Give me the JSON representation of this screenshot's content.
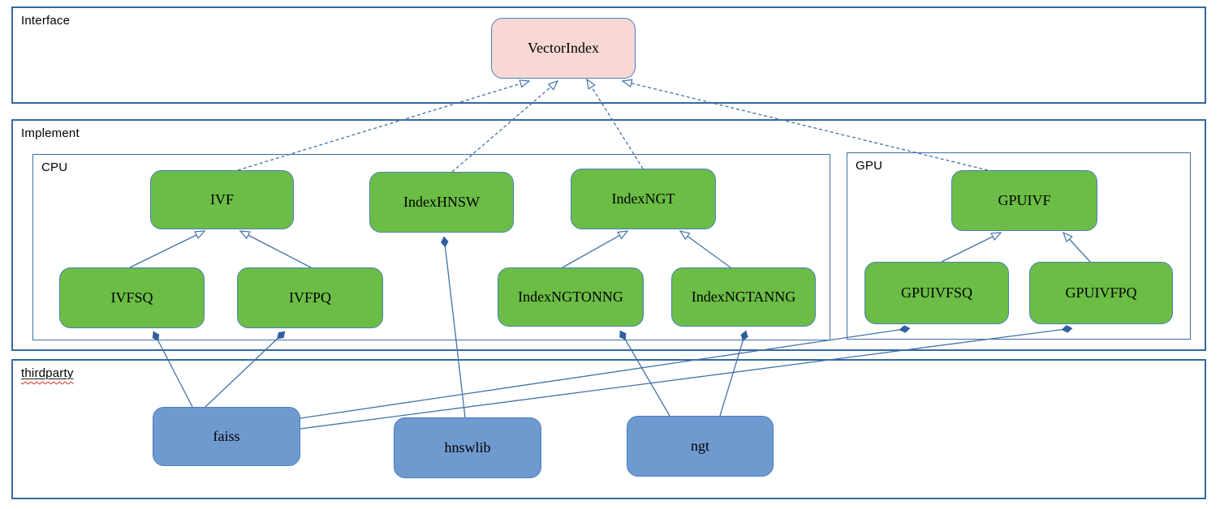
{
  "diagram": {
    "containers": {
      "interface": {
        "label": "Interface"
      },
      "implement": {
        "label": "Implement"
      },
      "cpu": {
        "label": "CPU"
      },
      "gpu": {
        "label": "GPU"
      },
      "thirdparty": {
        "label": "thirdparty",
        "spellcheck_underline": true
      }
    },
    "nodes": {
      "vectorindex": {
        "label": "VectorIndex",
        "fill": "#f8d8d4",
        "group": "interface"
      },
      "ivf": {
        "label": "IVF",
        "fill": "#6bbd45",
        "group": "cpu"
      },
      "indexhnsw": {
        "label": "IndexHNSW",
        "fill": "#6bbd45",
        "group": "cpu"
      },
      "indexngt": {
        "label": "IndexNGT",
        "fill": "#6bbd45",
        "group": "cpu"
      },
      "ivfsq": {
        "label": "IVFSQ",
        "fill": "#6bbd45",
        "group": "cpu"
      },
      "ivfpq": {
        "label": "IVFPQ",
        "fill": "#6bbd45",
        "group": "cpu"
      },
      "indexngtonng": {
        "label": "IndexNGTONNG",
        "fill": "#6bbd45",
        "group": "cpu"
      },
      "indexngtanng": {
        "label": "IndexNGTANNG",
        "fill": "#6bbd45",
        "group": "cpu"
      },
      "gpuivf": {
        "label": "GPUIVF",
        "fill": "#6bbd45",
        "group": "gpu"
      },
      "gpuivfsq": {
        "label": "GPUIVFSQ",
        "fill": "#6bbd45",
        "group": "gpu"
      },
      "gpuivfpq": {
        "label": "GPUIVFPQ",
        "fill": "#6bbd45",
        "group": "gpu"
      },
      "faiss": {
        "label": "faiss",
        "fill": "#6f9ad0",
        "group": "thirdparty"
      },
      "hnswlib": {
        "label": "hnswlib",
        "fill": "#6f9ad0",
        "group": "thirdparty"
      },
      "ngt": {
        "label": "ngt",
        "fill": "#6f9ad0",
        "group": "thirdparty"
      }
    },
    "edges": [
      {
        "from": "ivf",
        "to": "vectorindex",
        "type": "realization",
        "style": "dashed",
        "head": "hollow-triangle"
      },
      {
        "from": "indexhnsw",
        "to": "vectorindex",
        "type": "realization",
        "style": "dashed",
        "head": "hollow-triangle"
      },
      {
        "from": "indexngt",
        "to": "vectorindex",
        "type": "realization",
        "style": "dashed",
        "head": "hollow-triangle"
      },
      {
        "from": "gpuivf",
        "to": "vectorindex",
        "type": "realization",
        "style": "dashed",
        "head": "hollow-triangle"
      },
      {
        "from": "ivfsq",
        "to": "ivf",
        "type": "generalization",
        "style": "solid",
        "head": "hollow-triangle"
      },
      {
        "from": "ivfpq",
        "to": "ivf",
        "type": "generalization",
        "style": "solid",
        "head": "hollow-triangle"
      },
      {
        "from": "indexngtonng",
        "to": "indexngt",
        "type": "generalization",
        "style": "solid",
        "head": "hollow-triangle"
      },
      {
        "from": "indexngtanng",
        "to": "indexngt",
        "type": "generalization",
        "style": "solid",
        "head": "hollow-triangle"
      },
      {
        "from": "gpuivfsq",
        "to": "gpuivf",
        "type": "generalization",
        "style": "solid",
        "head": "hollow-triangle"
      },
      {
        "from": "gpuivfpq",
        "to": "gpuivf",
        "type": "generalization",
        "style": "solid",
        "head": "hollow-triangle"
      },
      {
        "from": "faiss",
        "to": "ivfsq",
        "type": "composition",
        "style": "solid",
        "head": "filled-diamond"
      },
      {
        "from": "faiss",
        "to": "ivfpq",
        "type": "composition",
        "style": "solid",
        "head": "filled-diamond"
      },
      {
        "from": "faiss",
        "to": "gpuivfsq",
        "type": "composition",
        "style": "solid",
        "head": "filled-diamond"
      },
      {
        "from": "faiss",
        "to": "gpuivfpq",
        "type": "composition",
        "style": "solid",
        "head": "filled-diamond"
      },
      {
        "from": "hnswlib",
        "to": "indexhnsw",
        "type": "composition",
        "style": "solid",
        "head": "filled-diamond"
      },
      {
        "from": "ngt",
        "to": "indexngtonng",
        "type": "composition",
        "style": "solid",
        "head": "filled-diamond"
      },
      {
        "from": "ngt",
        "to": "indexngtanng",
        "type": "composition",
        "style": "solid",
        "head": "filled-diamond"
      }
    ],
    "colors": {
      "node_green": "#6bbd45",
      "node_blue": "#6f9ad0",
      "node_pink": "#f8d8d4",
      "node_border": "#4a7ebc",
      "container_border": "#34699f",
      "edge_stroke": "#4472a8",
      "diamond_fill": "#2f5f9e",
      "spellcheck_red": "#dd2b1c",
      "text": "#000000"
    }
  }
}
